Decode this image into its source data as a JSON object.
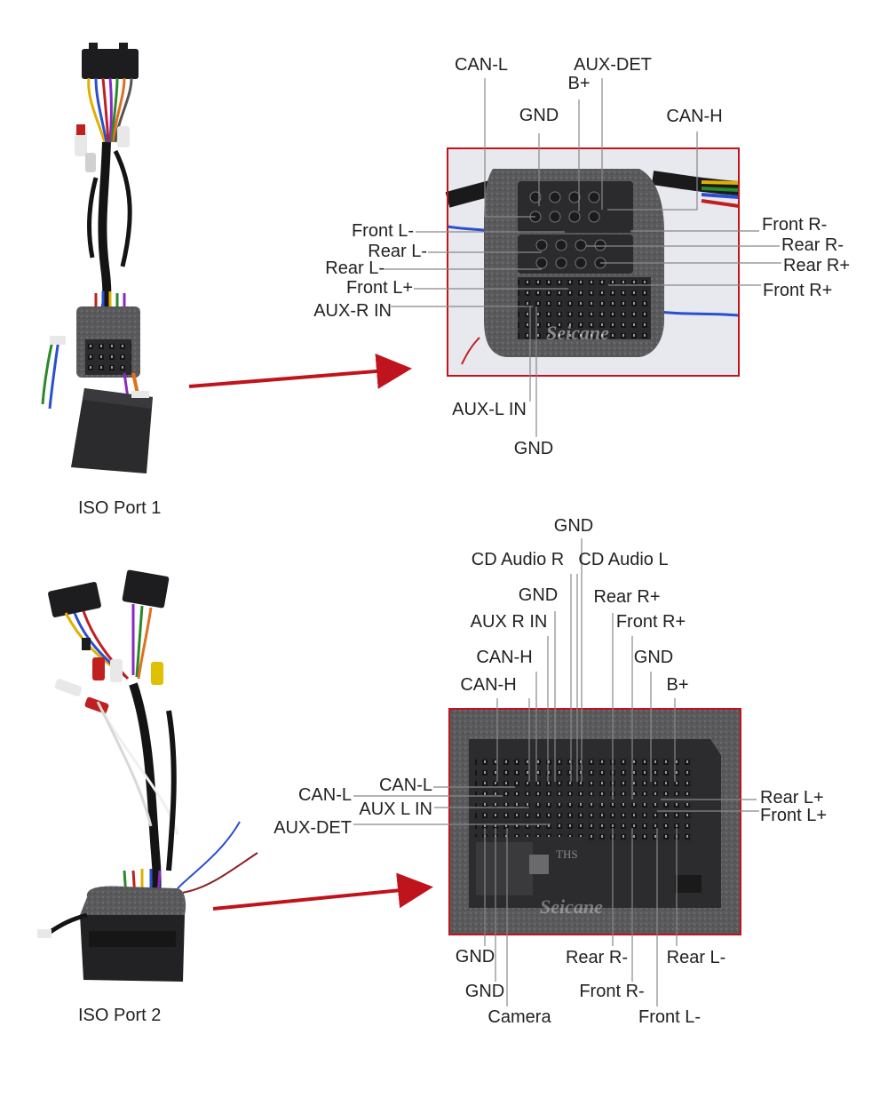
{
  "ports": [
    {
      "title": "ISO Port 1",
      "photo_watermark": "Seicane",
      "labels": {
        "can_l": "CAN-L",
        "aux_det": "AUX-DET",
        "b_plus": "B+",
        "gnd_top": "GND",
        "can_h": "CAN-H",
        "front_l_minus": "Front L-",
        "rear_l_minus_a": "Rear L-",
        "rear_l_minus_b": "Rear L-",
        "front_l_plus": "Front L+",
        "aux_r_in": "AUX-R IN",
        "front_r_minus": "Front R-",
        "rear_r_minus": "Rear R-",
        "rear_r_plus": "Rear R+",
        "front_r_plus": "Front R+",
        "aux_l_in": "AUX-L IN",
        "gnd_bottom": "GND"
      }
    },
    {
      "title": "ISO Port 2",
      "photo_watermark": "Seicane",
      "photo_stamp": "THS",
      "labels": {
        "gnd_top": "GND",
        "cd_audio_r": "CD Audio R",
        "cd_audio_l": "CD Audio L",
        "gnd_2": "GND",
        "rear_r_plus": "Rear R+",
        "aux_r_in": "AUX R IN",
        "front_r_plus": "Front R+",
        "can_h_1": "CAN-H",
        "gnd_3": "GND",
        "can_h_2": "CAN-H",
        "b_plus": "B+",
        "can_l_outer": "CAN-L",
        "can_l_inner": "CAN-L",
        "aux_l_in": "AUX L IN",
        "aux_det": "AUX-DET",
        "rear_l_plus": "Rear L+",
        "front_l_plus": "Front L+",
        "gnd_bottom_1": "GND",
        "gnd_bottom_2": "GND",
        "camera": "Camera",
        "rear_r_minus": "Rear R-",
        "front_r_minus": "Front R-",
        "rear_l_minus": "Rear L-",
        "front_l_minus": "Front L-"
      }
    }
  ],
  "colors": {
    "frame_red": "#c0141c",
    "arrow_red": "#c0141c",
    "leader_line": "#888888"
  }
}
